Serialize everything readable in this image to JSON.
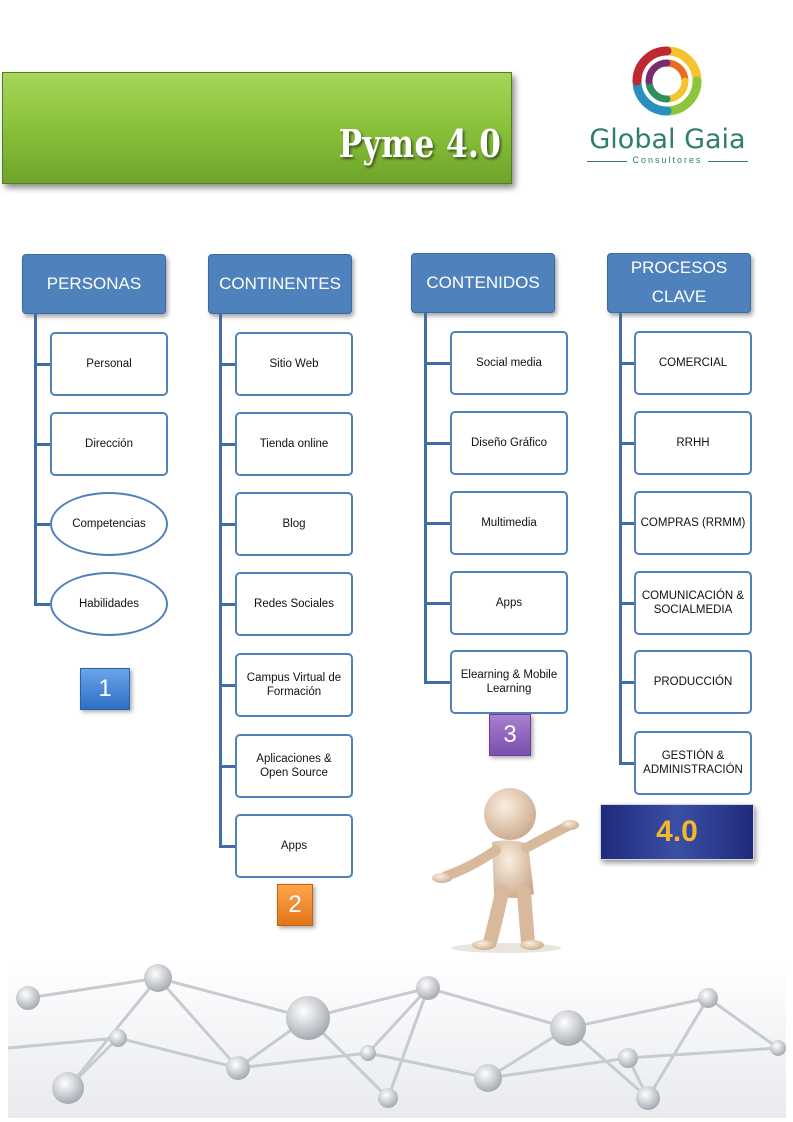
{
  "banner": {
    "title": "Pyme 4.0"
  },
  "logo": {
    "name": "Global Gaia",
    "subtitle": "Consultores"
  },
  "columns": [
    {
      "header": "PERSONAS",
      "number": "1",
      "items": [
        "Personal",
        "Dirección",
        "Competencias",
        "Habilidades"
      ]
    },
    {
      "header": "CONTINENTES",
      "number": "2",
      "items": [
        "Sitio Web",
        "Tienda online",
        "Blog",
        "Redes Sociales",
        "Campus Virtual de Formación",
        "Aplicaciones & Open Source",
        "Apps"
      ]
    },
    {
      "header": "CONTENIDOS",
      "number": "3",
      "items": [
        "Social media",
        "Diseño Gráfico",
        "Multimedia",
        "Apps",
        "Elearning & Mobile Learning"
      ]
    },
    {
      "header": "PROCESOS CLAVE",
      "number": "4.0",
      "items": [
        "COMERCIAL",
        "RRHH",
        "COMPRAS (RRMM)",
        "COMUNICACIÓN & SOCIALMEDIA",
        "PRODUCCIÓN",
        "GESTIÓN & ADMINISTRACIÓN"
      ]
    }
  ],
  "colors": {
    "header": "#4f81bd",
    "banner": "#8cc43c",
    "num1": "#2f6fc4",
    "num2": "#e3741b",
    "num3": "#7a4fac",
    "badge": "#2a3a8e"
  }
}
